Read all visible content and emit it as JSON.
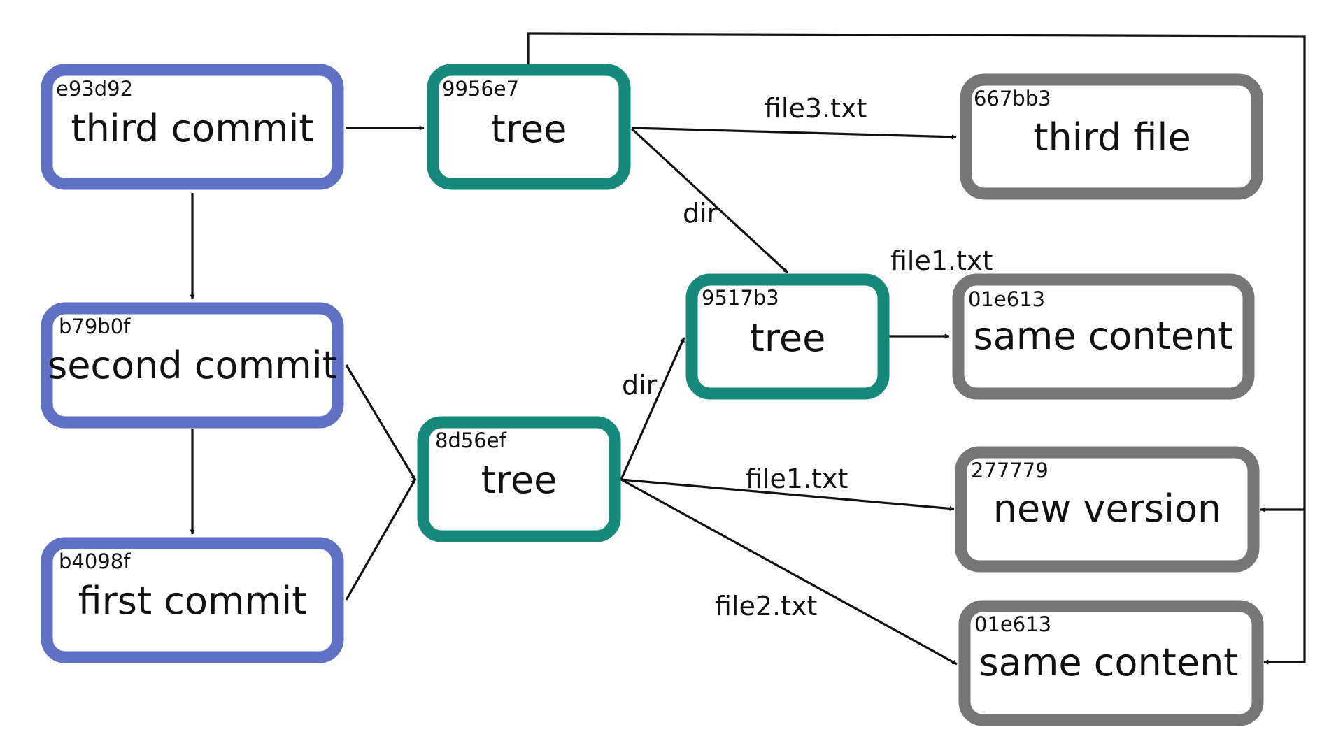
{
  "colors": {
    "commit": "#6070c2",
    "tree": "#16897a",
    "blob": "#767676"
  },
  "nodes": {
    "third_commit": {
      "kind": "commit",
      "hash": "e93d92",
      "label": "third commit"
    },
    "second_commit": {
      "kind": "commit",
      "hash": "b79b0f",
      "label": "second commit"
    },
    "first_commit": {
      "kind": "commit",
      "hash": "b4098f",
      "label": "first commit"
    },
    "tree_9956e7": {
      "kind": "tree",
      "hash": "9956e7",
      "label": "tree"
    },
    "tree_9517b3": {
      "kind": "tree",
      "hash": "9517b3",
      "label": "tree"
    },
    "tree_8d56ef": {
      "kind": "tree",
      "hash": "8d56ef",
      "label": "tree"
    },
    "blob_667bb3": {
      "kind": "blob",
      "hash": "667bb3",
      "label": "third file"
    },
    "blob_01e613_a": {
      "kind": "blob",
      "hash": "01e613",
      "label": "same content"
    },
    "blob_277779": {
      "kind": "blob",
      "hash": "277779",
      "label": "new version"
    },
    "blob_01e613_b": {
      "kind": "blob",
      "hash": "01e613",
      "label": "same content"
    }
  },
  "edge_labels": {
    "file3": "file3.txt",
    "dir_top": "dir",
    "file1_top": "file1.txt",
    "dir_bottom": "dir",
    "file1_bottom": "file1.txt",
    "file2": "file2.txt"
  }
}
